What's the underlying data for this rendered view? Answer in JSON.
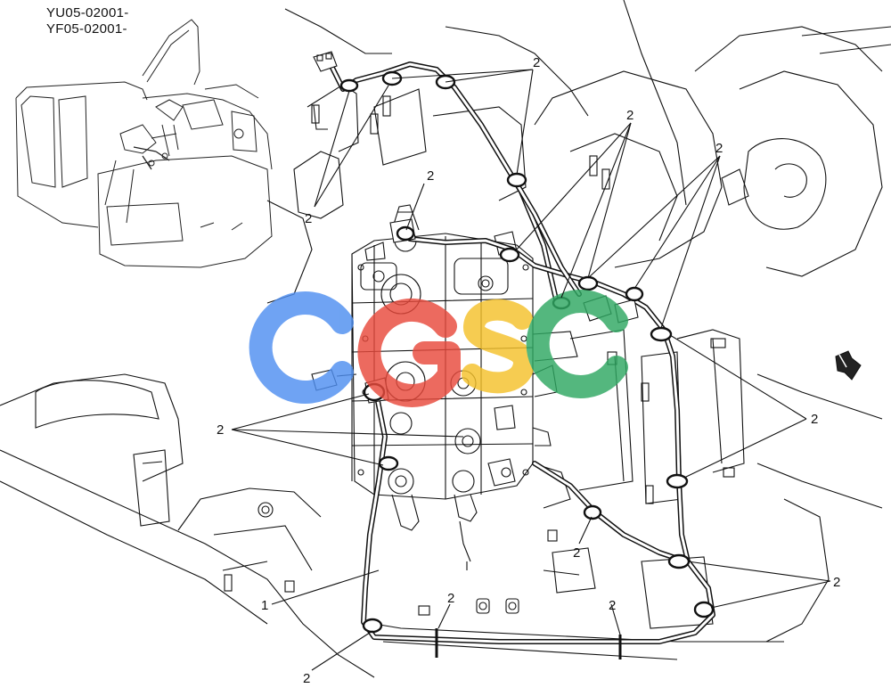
{
  "serials": [
    "YU05-02001-",
    "YF05-02001-"
  ],
  "callouts": {
    "one": "1",
    "two": "2"
  },
  "watermark": {
    "letters": [
      "C",
      "G",
      "S",
      "C"
    ],
    "colors": [
      "#4f8ff0",
      "#e84a3c",
      "#f5c22b",
      "#2fa862"
    ]
  },
  "colors": {
    "ink": "#111111",
    "background": "#ffffff"
  },
  "icons": [
    "direction-arrow-icon"
  ]
}
